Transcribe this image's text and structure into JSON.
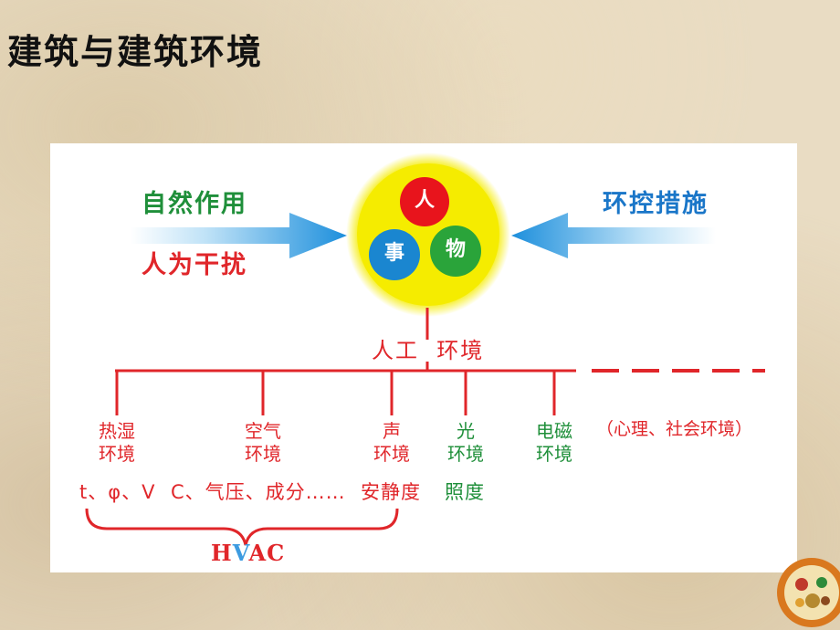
{
  "title": "建筑与建筑环境",
  "diagram": {
    "left_arrow_top": "自然作用",
    "left_arrow_bottom": "人为干扰",
    "right_arrow_label": "环控措施",
    "circle_items": [
      "人",
      "事",
      "物"
    ],
    "trunk_label": "人工  环境",
    "environments": [
      {
        "line1": "热湿",
        "line2": "环境"
      },
      {
        "line1": "空气",
        "line2": "环境"
      },
      {
        "line1": "声",
        "line2": "环境"
      },
      {
        "line1": "光",
        "line2": "环境"
      },
      {
        "line1": "电磁",
        "line2": "环境"
      }
    ],
    "other_env": "（心理、社会环境）",
    "params": {
      "thermal": "t、φ、V",
      "air": "C、气压、成分……",
      "sound": "安静度",
      "light": "照度"
    },
    "hvac": {
      "h": "H",
      "v": "V",
      "ac": "AC"
    }
  },
  "colors": {
    "red": "#e0262a",
    "green": "#1f8f3a",
    "blue": "#1a76c8",
    "circle_yellow": "#f5ec00",
    "person_red": "#e8141c",
    "event_blue": "#1a86d0",
    "object_green": "#2aa43a"
  },
  "icons": {
    "logo": "decorative-plate-logo"
  }
}
